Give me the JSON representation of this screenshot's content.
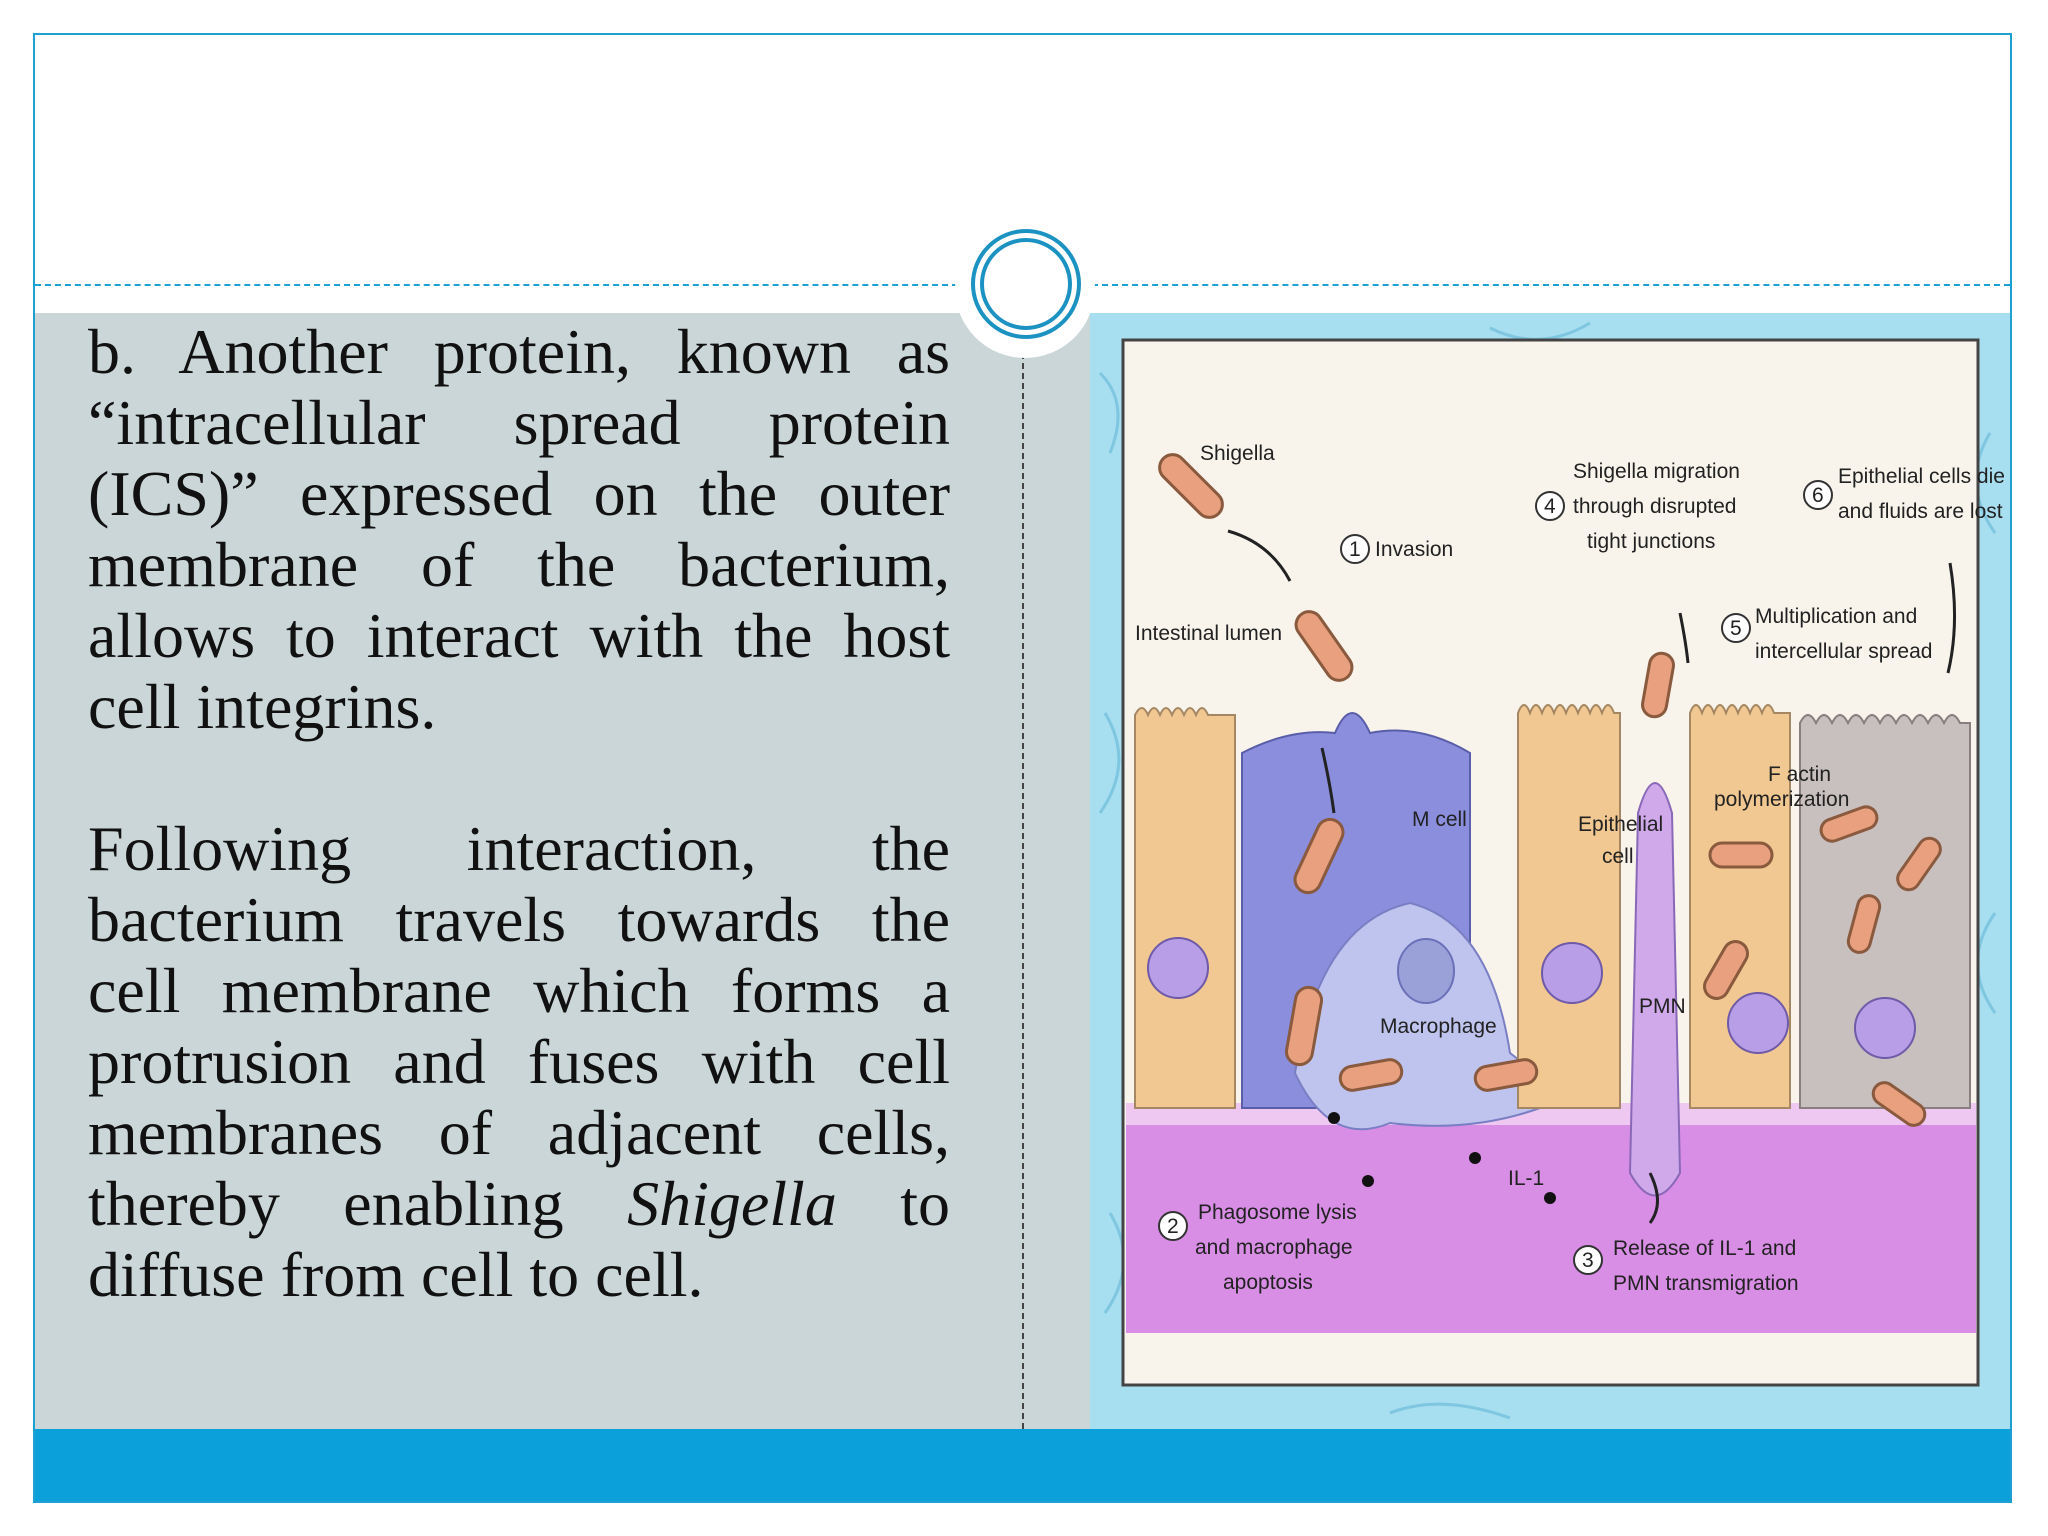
{
  "slide": {
    "paragraph_1": "b. Another protein, known as “intracellular spread protein (ICS)” expressed on the outer membrane of the bacterium, allows to interact with the host cell integrins.",
    "paragraph_2_before": "Following interaction, the bacterium travels towards the cell membrane which forms a protrusion and fuses with cell membranes of adjacent cells, thereby enabling ",
    "paragraph_2_italic": "Shigella",
    "paragraph_2_after": " to diffuse from cell to cell."
  },
  "figure": {
    "labels": {
      "shigella": "Shigella",
      "step1_num": "1",
      "step1": "Invasion",
      "intestinal_lumen": "Intestinal lumen",
      "step4_num": "4",
      "step4_line1": "Shigella migration",
      "step4_line2": "through disrupted",
      "step4_line3": "tight junctions",
      "step6_num": "6",
      "step6_line1": "Epithelial cells die",
      "step6_line2": "and fluids are lost",
      "step5_num": "5",
      "step5_line1": "Multiplication and",
      "step5_line2": "intercellular spread",
      "m_cell": "M cell",
      "epithelial_line1": "Epithelial",
      "epithelial_line2": "cell",
      "factin_line1": "F actin",
      "factin_line2": "polymerization",
      "macrophage": "Macrophage",
      "pmn": "PMN",
      "il1": "IL-1",
      "step2_num": "2",
      "step2_line1": "Phagosome lysis",
      "step2_line2": "and macrophage",
      "step2_line3": "apoptosis",
      "step3_num": "3",
      "step3_line1": "Release of IL-1 and",
      "step3_line2": "PMN transmigration"
    }
  }
}
